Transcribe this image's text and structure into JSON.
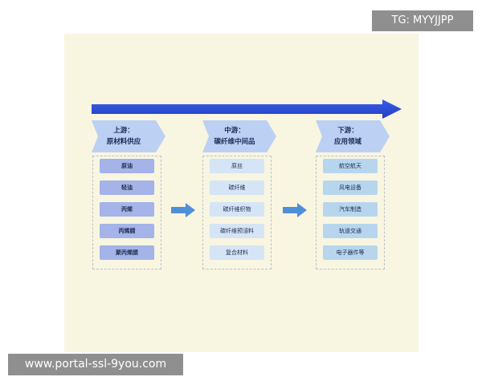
{
  "watermarks": {
    "top_right": "TG: MYYJJPP",
    "bottom_left": "www.portal-ssl-9you.com"
  },
  "diagram": {
    "stages": [
      {
        "title": "上游：",
        "subtitle": "原材料供应",
        "items": [
          "原油",
          "轻油",
          "丙烯",
          "丙烯腈",
          "聚丙烯腈"
        ]
      },
      {
        "title": "中游：",
        "subtitle": "碳纤维中间品",
        "items": [
          "原丝",
          "碳纤维",
          "碳纤维织物",
          "碳纤维预浸料",
          "复合材料"
        ]
      },
      {
        "title": "下游：",
        "subtitle": "应用领域",
        "items": [
          "航空航天",
          "风电设备",
          "汽车制造",
          "轨道交通",
          "电子器件等"
        ]
      }
    ]
  },
  "colors": {
    "panel_background": "#f8f5e1",
    "main_arrow": "#2346d6",
    "chevron_fill": "#bcd0f3",
    "upstream_item": "#a4b3e8",
    "midstream_item": "#d5e5f6",
    "downstream_item": "#b7d6ee",
    "flow_arrow": "#4f8fd8",
    "watermark_background": "#8f8f8f"
  }
}
